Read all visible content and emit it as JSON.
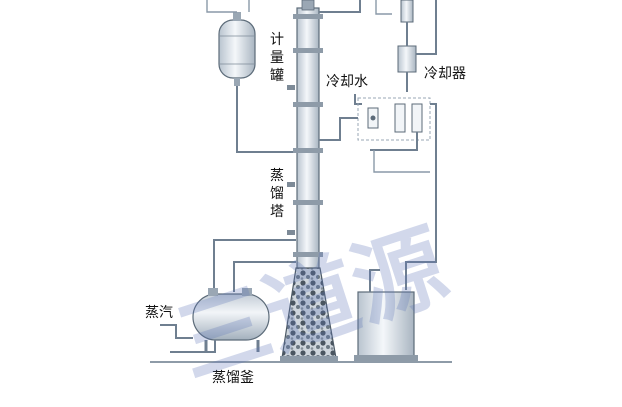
{
  "labels": {
    "metering_tank": [
      "计",
      "量",
      "罐"
    ],
    "cooling_water": "冷却水",
    "condenser": "冷却器",
    "distillation_column": [
      "蒸",
      "馏",
      "塔"
    ],
    "steam": "蒸汽",
    "still": "蒸馏釜"
  },
  "watermark": "三道源"
}
